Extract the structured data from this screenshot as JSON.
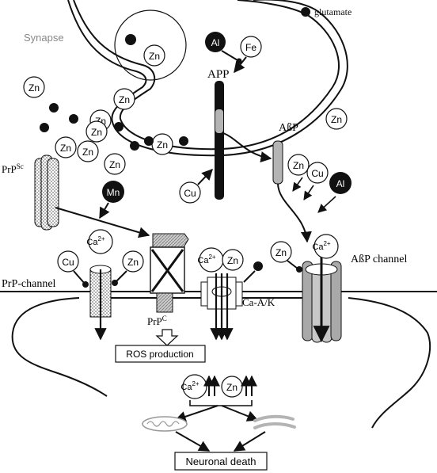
{
  "labels": {
    "glutamate": "glutamate",
    "synapse": "Synapse",
    "app": "APP",
    "abp": "AßP",
    "abp_channel": "AßP channel",
    "prpsc_base": "PrP",
    "prpsc_sup": "Sc",
    "prpc_base": "PrP",
    "prpc_sup": "C",
    "prp_channel": "PrP-channel",
    "ca_ak": "Ca-A/K",
    "ros": "ROS production",
    "death": "Neuronal death"
  },
  "ions": {
    "zn": "Zn",
    "cu": "Cu",
    "fe": "Fe",
    "al": "Al",
    "mn": "Mn",
    "ca_base": "Ca",
    "ca_sup": "2+"
  },
  "colors": {
    "line": "#111111",
    "dark": "#1a1a1a",
    "grey": "#b4b4b4",
    "light": "#d2d2d2",
    "white": "#ffffff"
  }
}
